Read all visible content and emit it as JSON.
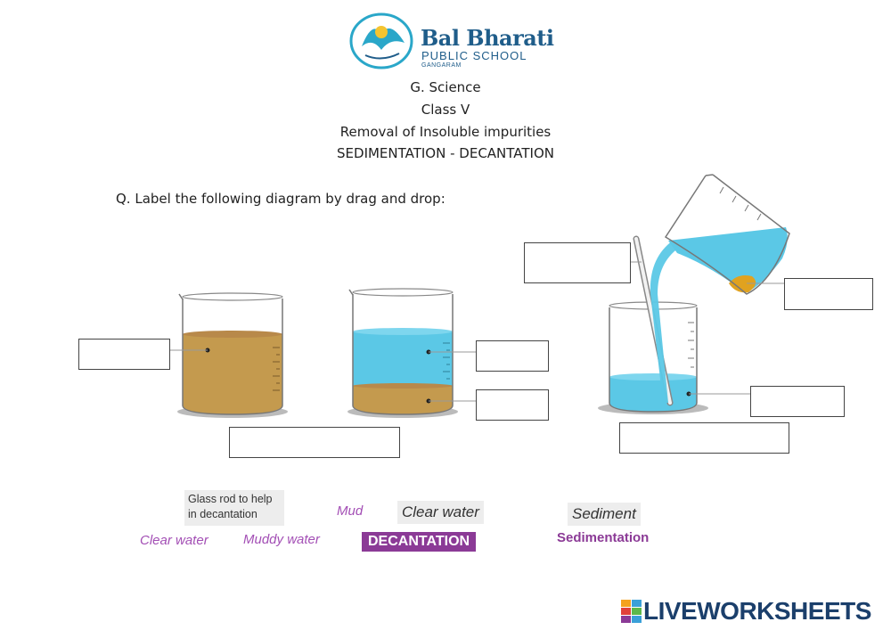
{
  "logo": {
    "school_name": "Bal Bharati",
    "school_type": "PUBLIC SCHOOL",
    "branch": "GANGARAM"
  },
  "header": {
    "subject": "G. Science",
    "class": "Class V",
    "topic": "Removal of Insoluble impurities",
    "subtopic": "SEDIMENTATION - DECANTATION"
  },
  "question": "Q. Label the following diagram by drag and drop:",
  "drag_labels": [
    "Glass rod to help",
    "in decantation",
    "Mud",
    "Clear water",
    "Sediment",
    "Clear water",
    "Muddy water",
    "DECANTATION",
    "Sedimentation"
  ],
  "colors": {
    "muddy": "#c49a4e",
    "clear_water": "#5bc8e6",
    "purple": "#a34fb5",
    "decantation_bg": "#8b3a96",
    "brand": "#1b3f6b"
  },
  "footer": {
    "brand": "LIVEWORKSHEETS"
  }
}
